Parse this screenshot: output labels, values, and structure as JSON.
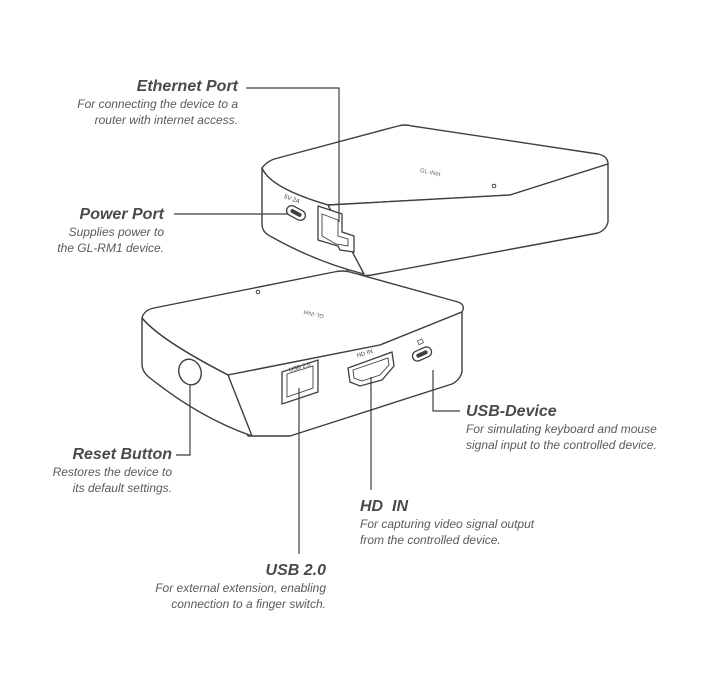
{
  "device": {
    "brand_mark": "GL·iNet",
    "power_marking": "5V 2A",
    "usb_marking": "USB 2.0",
    "hdmi_marking": "HD IN"
  },
  "callouts": {
    "ethernet": {
      "title": "Ethernet Port",
      "desc_lines": [
        "For connecting the device to a",
        "router with internet access."
      ]
    },
    "power": {
      "title": "Power Port",
      "desc_lines": [
        "Supplies power to",
        "the GL-RM1 device."
      ]
    },
    "usb_device": {
      "title": "USB-Device",
      "desc_lines": [
        "For simulating keyboard and mouse",
        "signal input to the controlled device."
      ]
    },
    "reset": {
      "title": "Reset Button",
      "desc_lines": [
        "Restores the device to",
        "its default settings."
      ]
    },
    "hd_in": {
      "title": "HD  IN",
      "desc_lines": [
        "For capturing video signal output",
        "from the controlled device."
      ]
    },
    "usb2": {
      "title": "USB 2.0",
      "desc_lines": [
        "For external extension, enabling",
        "connection to a finger switch."
      ]
    }
  },
  "colors": {
    "stroke": "#3f3f3f",
    "text": "#4a4a4a",
    "body": "#ffffff"
  }
}
